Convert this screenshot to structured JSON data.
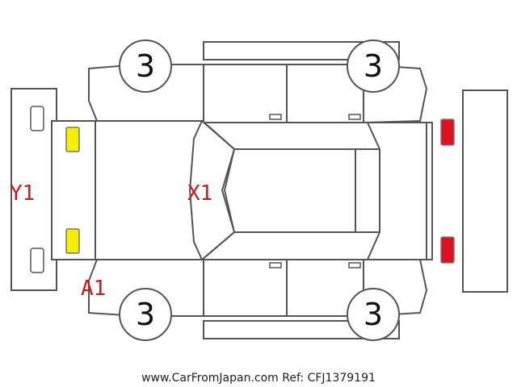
{
  "wheels": [
    {
      "id": "front-left",
      "label": "3"
    },
    {
      "id": "rear-left",
      "label": "3"
    },
    {
      "id": "front-right",
      "label": "3"
    },
    {
      "id": "rear-right",
      "label": "3"
    }
  ],
  "damage_codes": {
    "front_bumper": "Y1",
    "hood": "X1",
    "front_left_fender": "A1"
  },
  "marker_colors": {
    "headlights": "#f4f000",
    "taillights": "#e01020"
  },
  "footer": "www.CarFromJapan.com Ref: CFJ1379191"
}
